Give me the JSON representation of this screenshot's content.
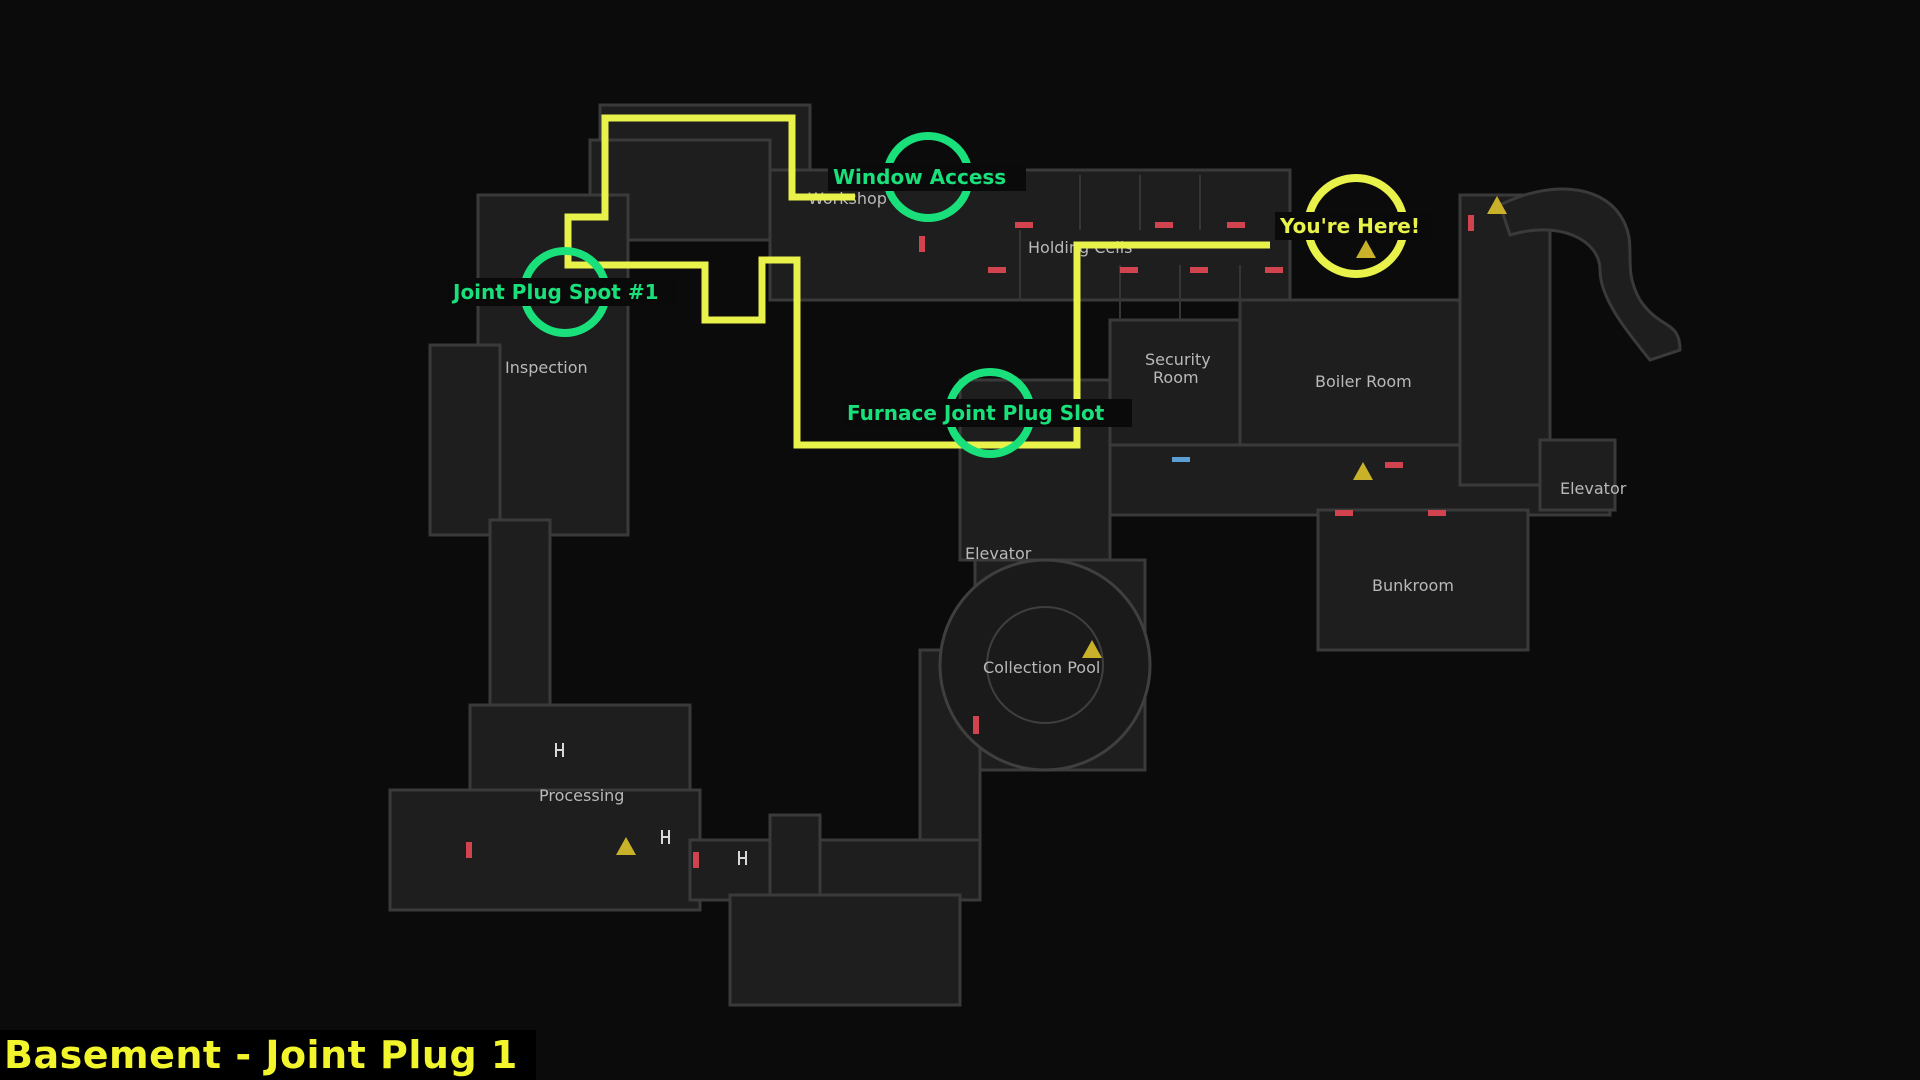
{
  "title": "Basement - Joint Plug 1",
  "colors": {
    "route": "#e9f24a",
    "marker_green": "#19e07a",
    "marker_yellow": "#e9f24a",
    "label_bg": "#0a0a0a",
    "floor": "#1e1e1e",
    "wall": "#3a3a3a",
    "door": "#d0434f",
    "hazard": "#c9b22a"
  },
  "rooms": {
    "workshop": "Workshop",
    "holding_cells": "Holding Cells",
    "inspection": "Inspection",
    "security_room_line1": "Security",
    "security_room_line2": "Room",
    "boiler_room": "Boiler Room",
    "elevator_east": "Elevator",
    "elevator_center": "Elevator",
    "bunkroom": "Bunkroom",
    "collection_pool": "Collection Pool",
    "processing": "Processing"
  },
  "markers": {
    "window_access": "Window Access",
    "joint_plug_spot": "Joint Plug Spot #1",
    "furnace_slot": "Furnace Joint Plug Slot",
    "you_are_here": "You're Here!"
  },
  "icons": {
    "hazard": "warning-triangle-icon",
    "ladder": "ladder-icon",
    "door": "door-marker-icon"
  }
}
